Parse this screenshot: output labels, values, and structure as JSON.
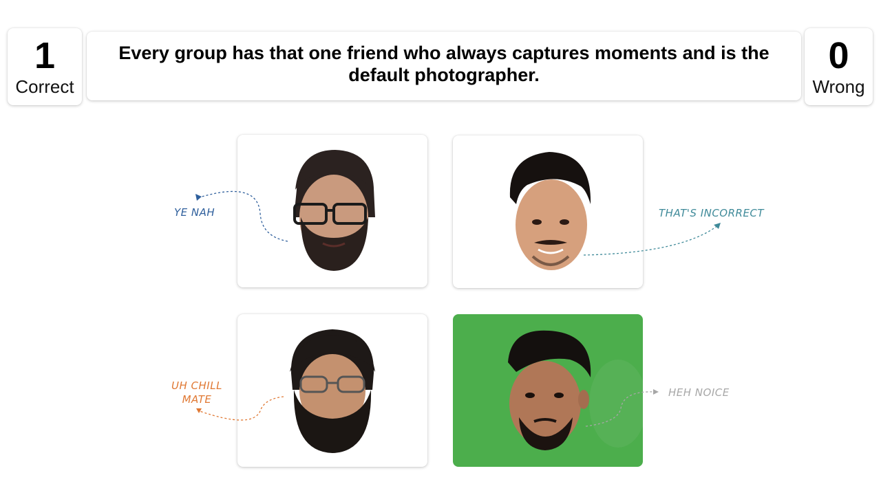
{
  "score": {
    "correct_count": "1",
    "correct_label": "Correct",
    "wrong_count": "0",
    "wrong_label": "Wrong"
  },
  "statement": "Every group has that one friend who always captures moments and is the default photographer.",
  "options": [
    {
      "note": "YE NAH",
      "state": "wrong",
      "note_color": "#2f5f9c"
    },
    {
      "note": "THAT'S INCORRECT",
      "state": "wrong",
      "note_color": "#3f8a99"
    },
    {
      "note": "UH CHILL MATE",
      "state": "wrong",
      "note_color": "#e07833"
    },
    {
      "note": "HEH NOICE",
      "state": "correct",
      "note_color": "#a7a7a7"
    }
  ],
  "colors": {
    "correct_bg": "#4cae4c",
    "card_bg": "#ffffff"
  }
}
